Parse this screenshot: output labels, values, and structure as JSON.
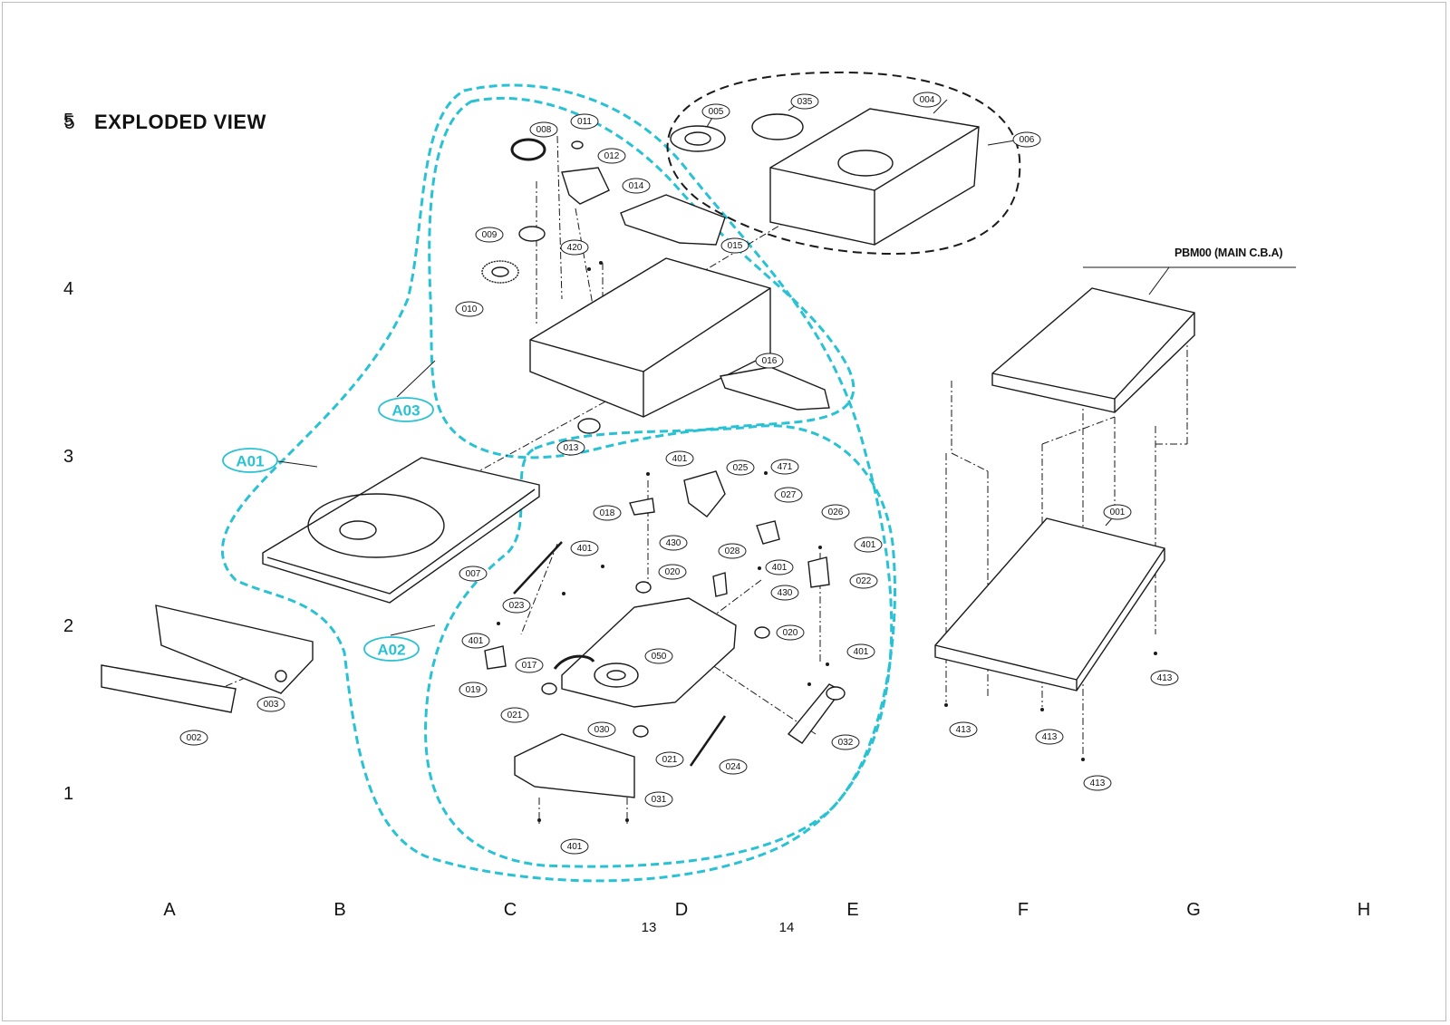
{
  "section": {
    "number": "5",
    "title": "EXPLODED VIEW"
  },
  "row_labels": [
    "5",
    "4",
    "3",
    "2",
    "1"
  ],
  "column_labels": [
    "A",
    "B",
    "C",
    "D",
    "E",
    "F",
    "G",
    "H"
  ],
  "page_numbers": [
    "13",
    "14"
  ],
  "board_label": "PBM00 (MAIN C.B.A)",
  "assemblies": [
    "A01",
    "A02",
    "A03"
  ],
  "colors": {
    "assembly_outline": "#29c2d4",
    "line": "#1a1a1a"
  },
  "parts": [
    "001",
    "002",
    "003",
    "004",
    "005",
    "006",
    "007",
    "008",
    "009",
    "010",
    "011",
    "012",
    "013",
    "014",
    "015",
    "016",
    "017",
    "018",
    "019",
    "020",
    "020",
    "021",
    "021",
    "022",
    "023",
    "024",
    "025",
    "026",
    "027",
    "028",
    "030",
    "031",
    "032",
    "035",
    "050",
    "401",
    "401",
    "401",
    "401",
    "401",
    "401",
    "401",
    "413",
    "413",
    "413",
    "413",
    "420",
    "430",
    "430",
    "471"
  ]
}
